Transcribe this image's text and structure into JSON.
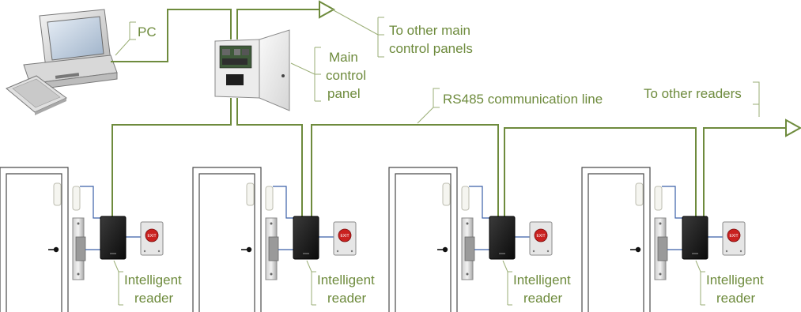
{
  "labels": {
    "pc": "PC",
    "main_panel": [
      "Main",
      "control",
      "panel"
    ],
    "other_panels": [
      "To other main",
      "control panels"
    ],
    "rs485": "RS485 communication line",
    "other_readers": "To other readers",
    "reader": [
      "Intelligent",
      "reader"
    ]
  },
  "devices": {
    "exit_button_text": "EXIT"
  },
  "colors": {
    "line": "#6e8b3d",
    "label": "#6e8b3d",
    "local_wire": "#3a5fa8"
  }
}
